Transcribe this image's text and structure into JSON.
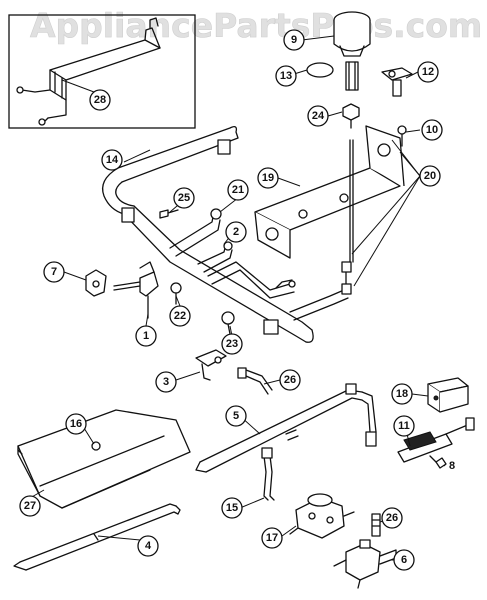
{
  "watermark": "AppliancePartsPros.com",
  "callouts": {
    "c1": "1",
    "c2": "2",
    "c3": "3",
    "c4": "4",
    "c5": "5",
    "c6": "6",
    "c7": "7",
    "c9": "9",
    "c10": "10",
    "c11": "11",
    "c12": "12",
    "c13": "13",
    "c14": "14",
    "c15": "15",
    "c16": "16",
    "c17": "17",
    "c18": "18",
    "c19": "19",
    "c20": "20",
    "c21": "21",
    "c22": "22",
    "c23": "23",
    "c24": "24",
    "c25": "25",
    "c26a": "26",
    "c26b": "26",
    "c27": "27",
    "c28": "28"
  }
}
